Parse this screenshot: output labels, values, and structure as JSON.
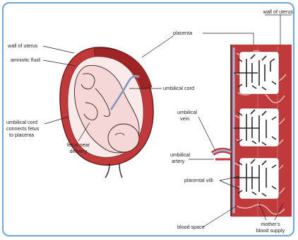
{
  "labels": {
    "wall_of_uterus_top": "wall of uterus",
    "placenta": "placenta",
    "wall_of_uterus_left": "wall of uterus",
    "amniotic_fluid": "amniotic fluid",
    "umbilical_cord": "umbilical cord",
    "umbilical_cord_connects_line1": "umbilical cord",
    "umbilical_cord_connects_line2": "connects fetus",
    "umbilical_cord_connects_line3": "to placenta",
    "fetus_line1": "fetus near",
    "fetus_line2": "delivery",
    "umbilical_vein_line1": "umbilical",
    "umbilical_vein_line2": "vein",
    "umbilical_artery_line1": "umbilical",
    "umbilical_artery_line2": "artery",
    "placental_villi": "placental villi",
    "blood_space": "blood space",
    "mothers_blood_line1": "mother's",
    "mothers_blood_line2": "blood supply"
  },
  "colors": {
    "frame_border": "#6fa4d8",
    "uterus_wall": "#c0393b",
    "fetus_skin": "#f4d7d6",
    "cord_blue": "#9fb8dd",
    "villi": "#2b2b2b"
  }
}
